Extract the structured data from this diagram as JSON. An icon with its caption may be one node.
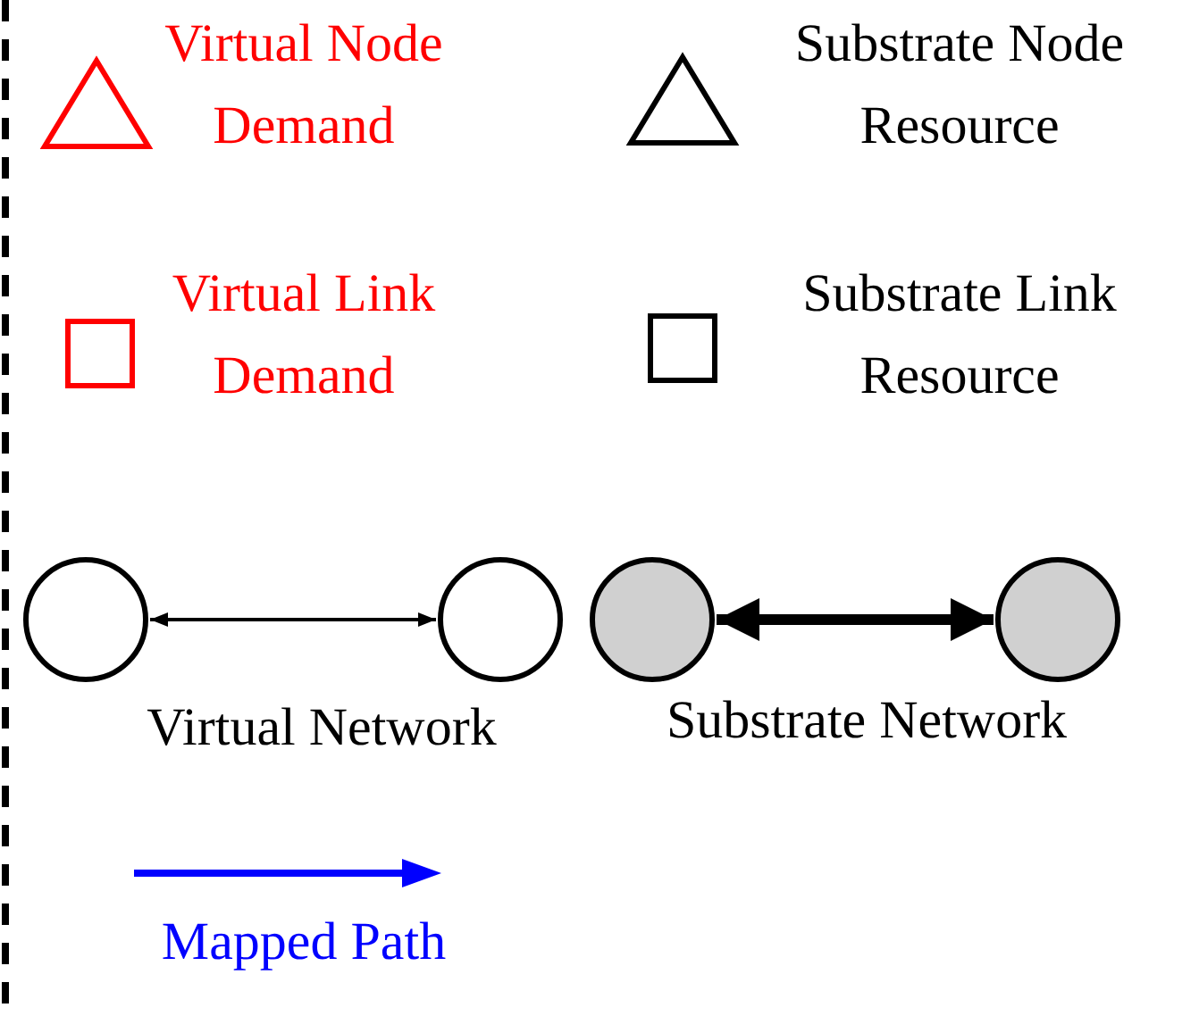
{
  "diagram": {
    "nodes": [
      {
        "text": [],
        "shape": "circle"
      },
      {
        "text": [],
        "shape": "circle"
      },
      {
        "text": [],
        "shape": "circle"
      },
      {
        "text": [],
        "shape": "circle"
      }
    ],
    "edges": [
      {
        "from": 0,
        "to": 1,
        "arrow": "both"
      },
      {
        "from": 2,
        "to": 3,
        "arrow": "both",
        "style": "thick"
      }
    ],
    "labels": [
      "Virtual Network",
      "Substrate Network"
    ],
    "legend": [
      {
        "text": "Virtual Node Demand"
      },
      {
        "text": "Substrate Node Resource"
      },
      {
        "text": "Virtual Link Demand"
      },
      {
        "text": "Substrate Link Resource"
      },
      {
        "text": "Mapped Path"
      }
    ]
  }
}
